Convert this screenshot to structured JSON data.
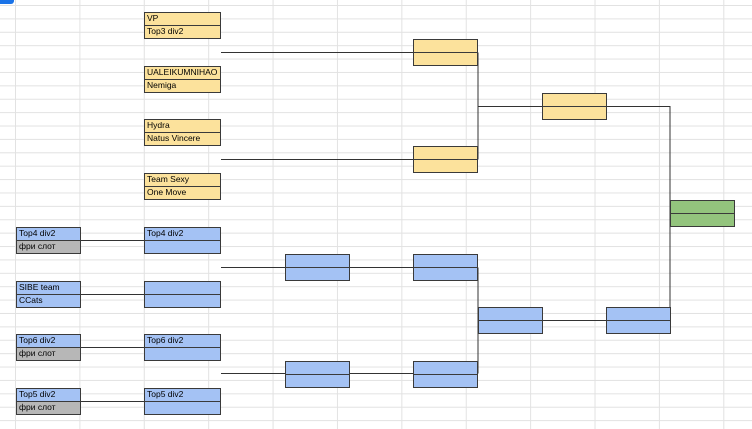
{
  "bracket": {
    "colors": {
      "yellow": "#fce29c",
      "blue": "#a4c2f4",
      "green": "#93c47d",
      "gray": "#b7b7b7"
    },
    "upper_r1": {
      "m1": {
        "team1": "VP",
        "team2": "Top3 div2"
      },
      "m2": {
        "team1": "UALEIKUMNIHAO",
        "team2": "Nemiga"
      },
      "m3": {
        "team1": "Hydra",
        "team2": "Natus Vincere"
      },
      "m4": {
        "team1": "Team Sexy",
        "team2": "One Move"
      }
    },
    "lower_r0": {
      "m1": {
        "team1": "Top4 div2",
        "team2": "фри слот"
      },
      "m2": {
        "team1": "SIBE team",
        "team2": "CCats"
      },
      "m3": {
        "team1": "Top6 div2",
        "team2": "фри слот"
      },
      "m4": {
        "team1": "Top5 div2",
        "team2": "фри слот"
      }
    },
    "lower_r1": {
      "m1": {
        "team1": "Top4 div2",
        "team2": ""
      },
      "m2": {
        "team1": "",
        "team2": ""
      },
      "m3": {
        "team1": "Top6 div2",
        "team2": ""
      },
      "m4": {
        "team1": "Top5 div2",
        "team2": ""
      }
    },
    "empty": ""
  }
}
